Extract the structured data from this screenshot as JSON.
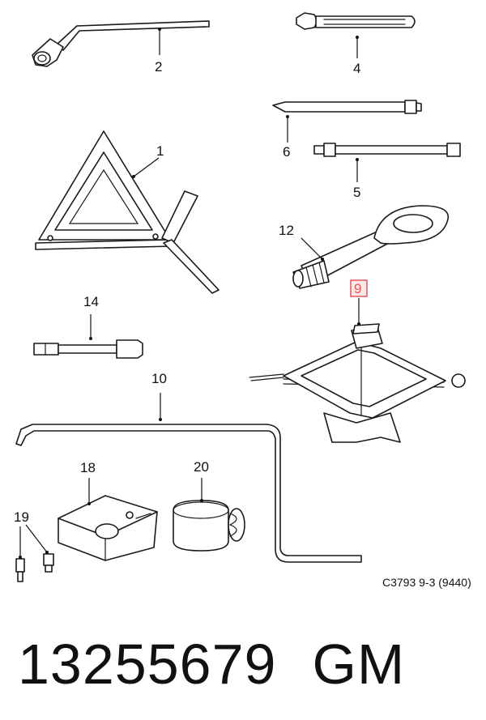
{
  "callouts": {
    "c1": "1",
    "c2": "2",
    "c4": "4",
    "c5": "5",
    "c6": "6",
    "c9": "9",
    "c10": "10",
    "c12": "12",
    "c14": "14",
    "c18": "18",
    "c19": "19",
    "c20": "20"
  },
  "highlight_color": "#e05a5a",
  "reference_code": "C3793 9-3 (9440)",
  "footer": {
    "part_number": "13255679",
    "brand": "GM"
  }
}
